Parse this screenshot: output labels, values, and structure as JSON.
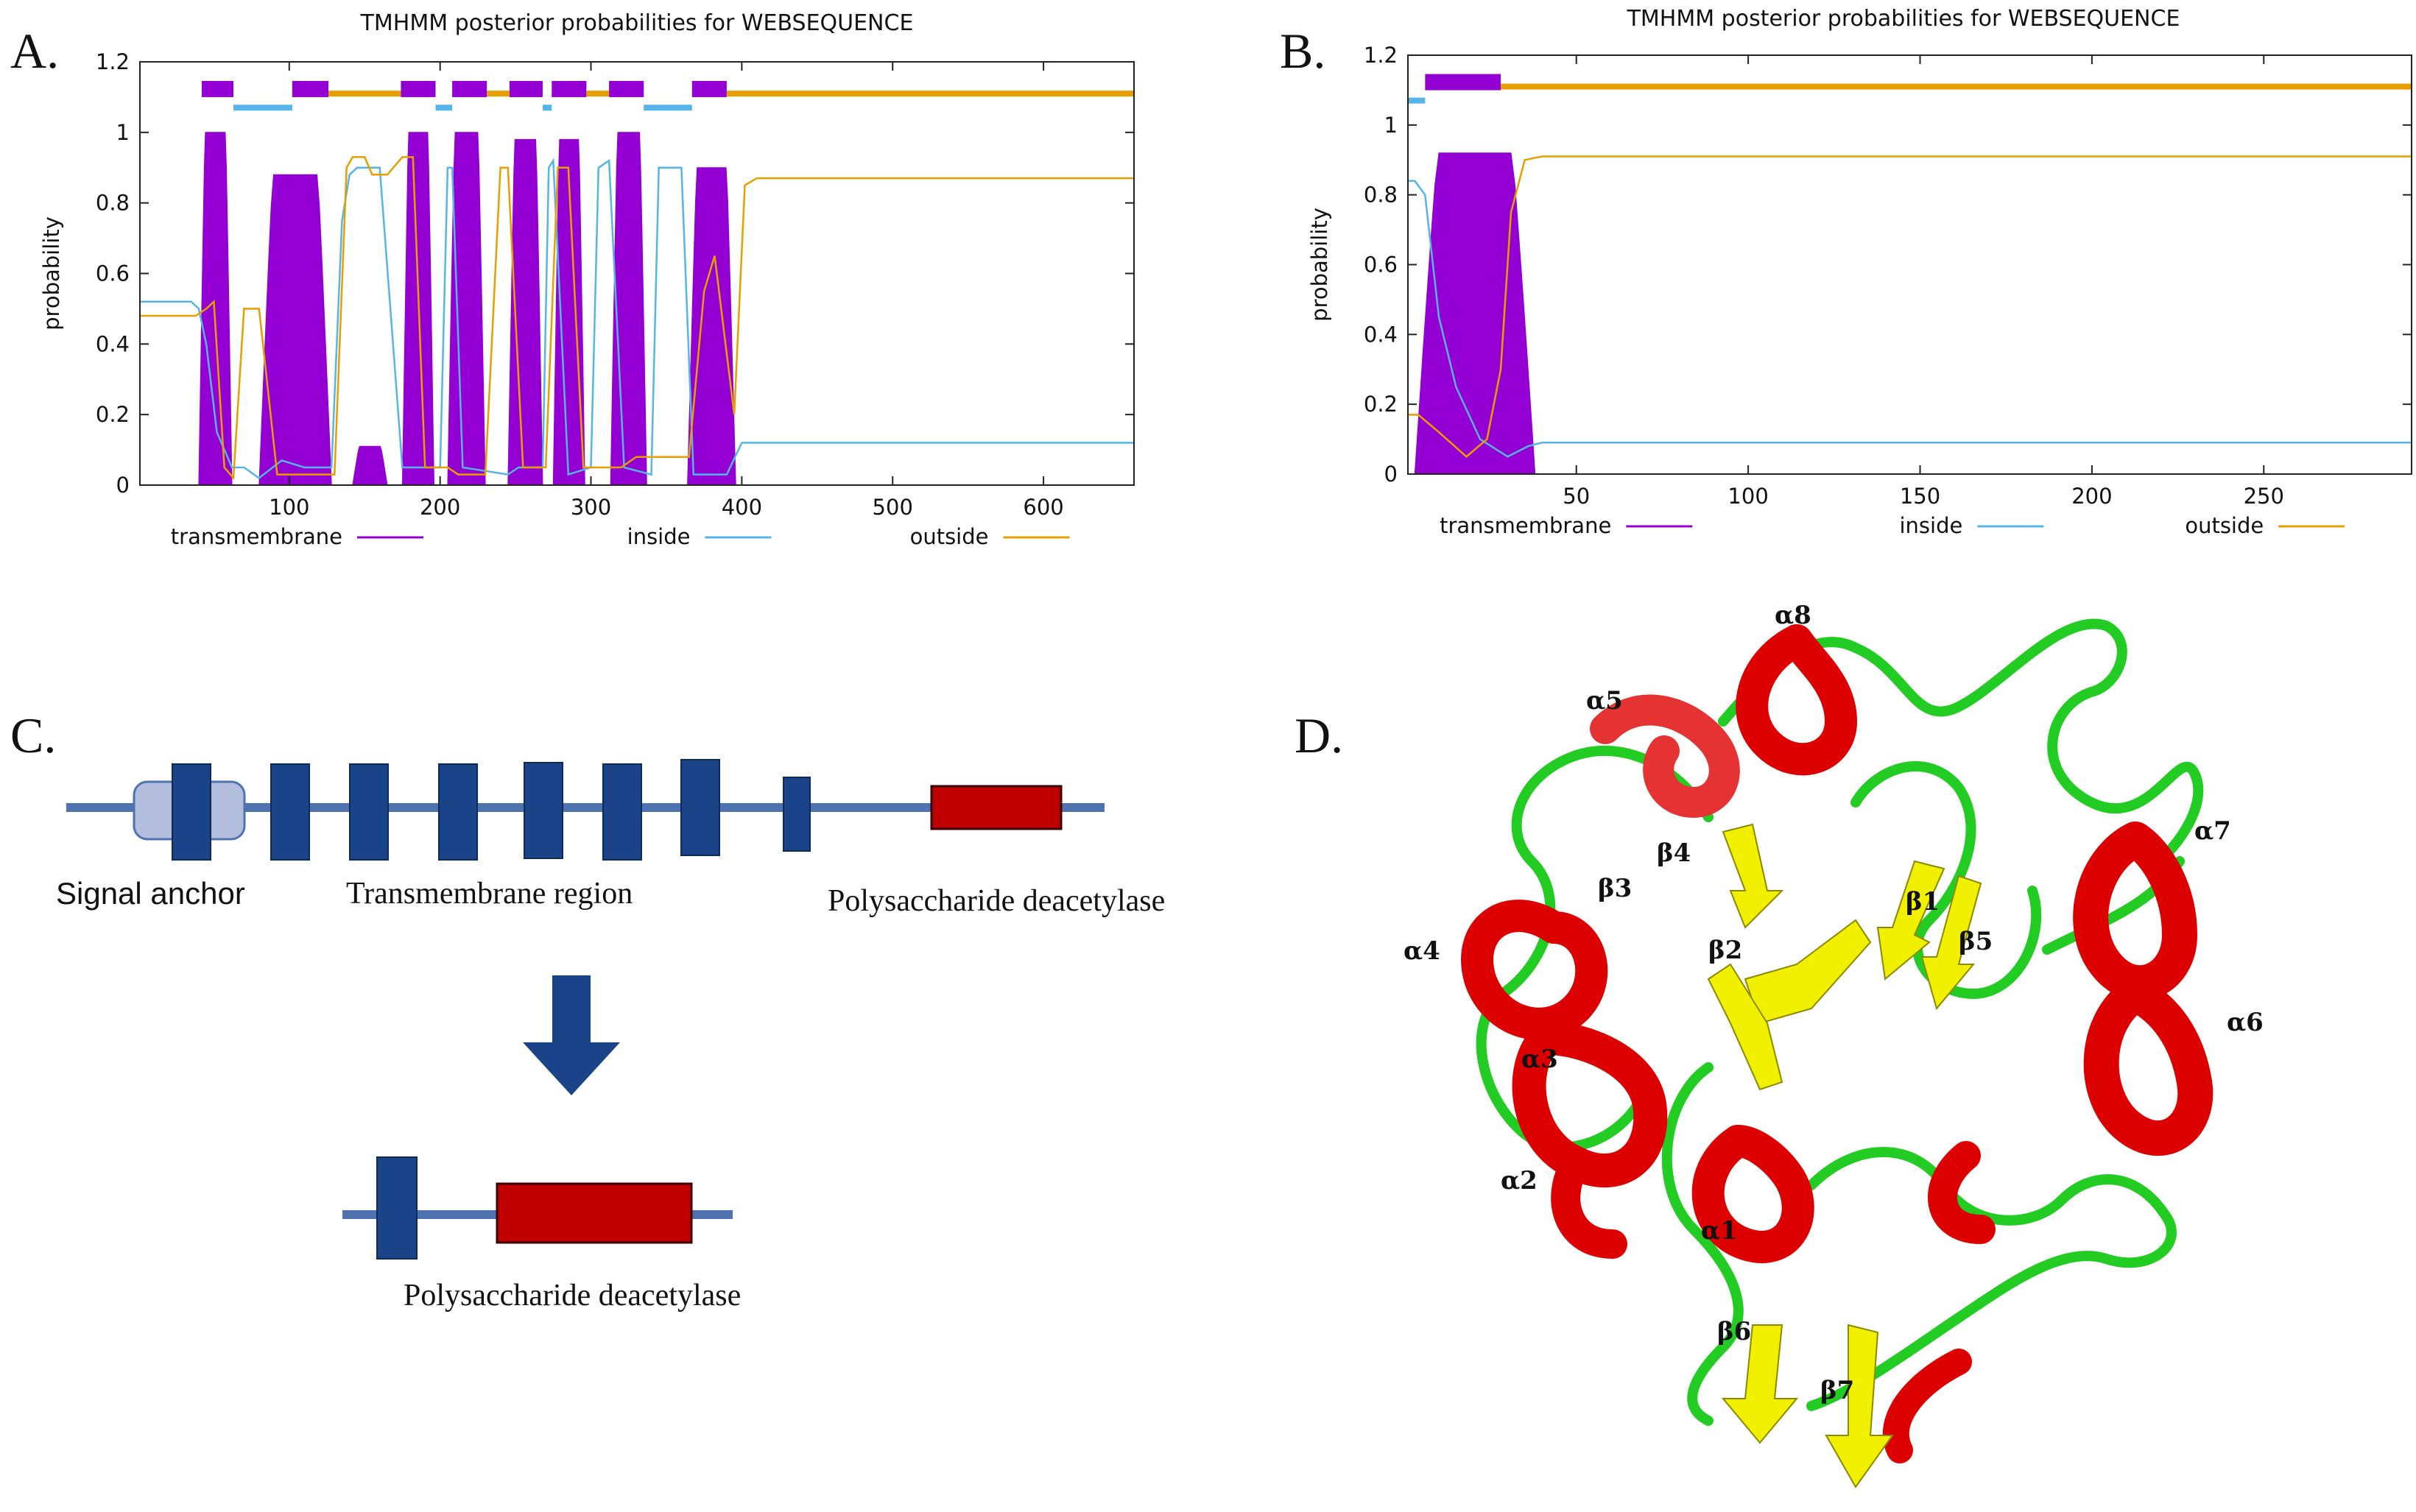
{
  "panels": {
    "a": "A.",
    "b": "B.",
    "c": "C.",
    "d": "D."
  },
  "chart_data": [
    {
      "type": "area",
      "title": "TMHMM posterior probabilities for WEBSEQUENCE",
      "ylabel": "probability",
      "xlabel": "",
      "xlim": [
        1,
        660
      ],
      "ylim": [
        0,
        1.2
      ],
      "yticks": [
        0,
        0.2,
        0.4,
        0.6,
        0.8,
        1,
        1.2
      ],
      "xticks": [
        100,
        200,
        300,
        400,
        500,
        600
      ],
      "legend": [
        "transmembrane",
        "inside",
        "outside"
      ],
      "legend_position": "bottom",
      "colors": {
        "transmembrane": "#9400d3",
        "inside": "#56b4e9",
        "outside": "#e69f00"
      },
      "tm_peaks": [
        {
          "start": 40,
          "end": 62,
          "peak": 1.0
        },
        {
          "start": 80,
          "end": 128,
          "peak": 0.88
        },
        {
          "start": 142,
          "end": 165,
          "peak": 0.11
        },
        {
          "start": 175,
          "end": 196,
          "peak": 1.0
        },
        {
          "start": 205,
          "end": 230,
          "peak": 1.0
        },
        {
          "start": 245,
          "end": 268,
          "peak": 0.98
        },
        {
          "start": 275,
          "end": 296,
          "peak": 0.98
        },
        {
          "start": 313,
          "end": 337,
          "peak": 1.0
        },
        {
          "start": 364,
          "end": 396,
          "peak": 0.9
        }
      ],
      "topology_segments": [
        {
          "type": "tm",
          "start": 42,
          "end": 63
        },
        {
          "type": "inside",
          "start": 63,
          "end": 102
        },
        {
          "type": "tm",
          "start": 102,
          "end": 126
        },
        {
          "type": "outside",
          "start": 126,
          "end": 174
        },
        {
          "type": "tm",
          "start": 174,
          "end": 197
        },
        {
          "type": "inside",
          "start": 197,
          "end": 208
        },
        {
          "type": "tm",
          "start": 208,
          "end": 231
        },
        {
          "type": "outside",
          "start": 231,
          "end": 246
        },
        {
          "type": "tm",
          "start": 246,
          "end": 268
        },
        {
          "type": "inside",
          "start": 268,
          "end": 274
        },
        {
          "type": "tm",
          "start": 274,
          "end": 297
        },
        {
          "type": "outside",
          "start": 297,
          "end": 312
        },
        {
          "type": "tm",
          "start": 312,
          "end": 335
        },
        {
          "type": "inside",
          "start": 335,
          "end": 367
        },
        {
          "type": "tm",
          "start": 367,
          "end": 390
        },
        {
          "type": "outside",
          "start": 390,
          "end": 660
        }
      ],
      "inside_curve": [
        [
          1,
          0.52
        ],
        [
          35,
          0.52
        ],
        [
          40,
          0.5
        ],
        [
          45,
          0.4
        ],
        [
          52,
          0.15
        ],
        [
          62,
          0.05
        ],
        [
          70,
          0.05
        ],
        [
          80,
          0.02
        ],
        [
          95,
          0.07
        ],
        [
          110,
          0.05
        ],
        [
          128,
          0.05
        ],
        [
          135,
          0.75
        ],
        [
          140,
          0.88
        ],
        [
          145,
          0.9
        ],
        [
          160,
          0.9
        ],
        [
          175,
          0.05
        ],
        [
          200,
          0.05
        ],
        [
          205,
          0.9
        ],
        [
          208,
          0.9
        ],
        [
          215,
          0.05
        ],
        [
          245,
          0.03
        ],
        [
          252,
          0.05
        ],
        [
          268,
          0.05
        ],
        [
          272,
          0.9
        ],
        [
          275,
          0.92
        ],
        [
          285,
          0.03
        ],
        [
          300,
          0.05
        ],
        [
          305,
          0.9
        ],
        [
          312,
          0.92
        ],
        [
          322,
          0.05
        ],
        [
          340,
          0.03
        ],
        [
          345,
          0.9
        ],
        [
          360,
          0.9
        ],
        [
          368,
          0.03
        ],
        [
          390,
          0.03
        ],
        [
          400,
          0.12
        ],
        [
          660,
          0.12
        ]
      ],
      "outside_curve": [
        [
          1,
          0.48
        ],
        [
          38,
          0.48
        ],
        [
          45,
          0.5
        ],
        [
          50,
          0.52
        ],
        [
          57,
          0.05
        ],
        [
          63,
          0.02
        ],
        [
          70,
          0.5
        ],
        [
          80,
          0.5
        ],
        [
          92,
          0.03
        ],
        [
          130,
          0.03
        ],
        [
          138,
          0.9
        ],
        [
          142,
          0.93
        ],
        [
          150,
          0.93
        ],
        [
          155,
          0.88
        ],
        [
          165,
          0.88
        ],
        [
          175,
          0.93
        ],
        [
          182,
          0.93
        ],
        [
          190,
          0.05
        ],
        [
          205,
          0.05
        ],
        [
          212,
          0.03
        ],
        [
          230,
          0.03
        ],
        [
          240,
          0.9
        ],
        [
          245,
          0.9
        ],
        [
          255,
          0.05
        ],
        [
          270,
          0.05
        ],
        [
          278,
          0.9
        ],
        [
          285,
          0.9
        ],
        [
          295,
          0.05
        ],
        [
          320,
          0.05
        ],
        [
          330,
          0.08
        ],
        [
          350,
          0.08
        ],
        [
          365,
          0.08
        ],
        [
          375,
          0.55
        ],
        [
          382,
          0.65
        ],
        [
          395,
          0.2
        ],
        [
          402,
          0.85
        ],
        [
          410,
          0.87
        ],
        [
          660,
          0.87
        ]
      ]
    },
    {
      "type": "area",
      "title": "TMHMM posterior probabilities for WEBSEQUENCE",
      "ylabel": "probability",
      "xlabel": "",
      "xlim": [
        1,
        293
      ],
      "ylim": [
        0,
        1.2
      ],
      "yticks": [
        0,
        0.2,
        0.4,
        0.6,
        0.8,
        1,
        1.2
      ],
      "xticks": [
        50,
        100,
        150,
        200,
        250
      ],
      "legend": [
        "transmembrane",
        "inside",
        "outside"
      ],
      "legend_position": "bottom",
      "colors": {
        "transmembrane": "#9400d3",
        "inside": "#56b4e9",
        "outside": "#e69f00"
      },
      "tm_peaks": [
        {
          "start": 3,
          "end": 38,
          "peak": 0.92
        }
      ],
      "topology_segments": [
        {
          "type": "inside",
          "start": 1,
          "end": 6
        },
        {
          "type": "tm",
          "start": 6,
          "end": 28
        },
        {
          "type": "outside",
          "start": 28,
          "end": 293
        }
      ],
      "inside_curve": [
        [
          1,
          0.84
        ],
        [
          3,
          0.84
        ],
        [
          6,
          0.8
        ],
        [
          10,
          0.45
        ],
        [
          15,
          0.25
        ],
        [
          22,
          0.1
        ],
        [
          30,
          0.05
        ],
        [
          36,
          0.08
        ],
        [
          40,
          0.09
        ],
        [
          293,
          0.09
        ]
      ],
      "outside_curve": [
        [
          1,
          0.17
        ],
        [
          4,
          0.17
        ],
        [
          10,
          0.12
        ],
        [
          18,
          0.05
        ],
        [
          24,
          0.1
        ],
        [
          28,
          0.3
        ],
        [
          31,
          0.75
        ],
        [
          35,
          0.9
        ],
        [
          40,
          0.91
        ],
        [
          293,
          0.91
        ]
      ]
    }
  ],
  "panel_c": {
    "signal_anchor": "Signal anchor",
    "transmembrane_region": "Transmembrane region",
    "polysaccharide_top": "Polysaccharide deacetylase",
    "polysaccharide_bottom": "Polysaccharide deacetylase",
    "colors": {
      "line": "#4f72b0",
      "tm_box": "#1b4488",
      "anchor": "#b3bedd",
      "domain": "#c00000",
      "arrow": "#1b4488"
    }
  },
  "panel_d": {
    "labels": {
      "a1": "α1",
      "a2": "α2",
      "a3": "α3",
      "a4": "α4",
      "a5": "α5",
      "a6": "α6",
      "a7": "α7",
      "a8": "α8",
      "b1": "β1",
      "b2": "β2",
      "b3": "β3",
      "b4": "β4",
      "b5": "β5",
      "b6": "β6",
      "b7": "β7"
    },
    "colors": {
      "helix": "#dd0000",
      "strand": "#f0f000",
      "coil": "#22cc22"
    }
  }
}
